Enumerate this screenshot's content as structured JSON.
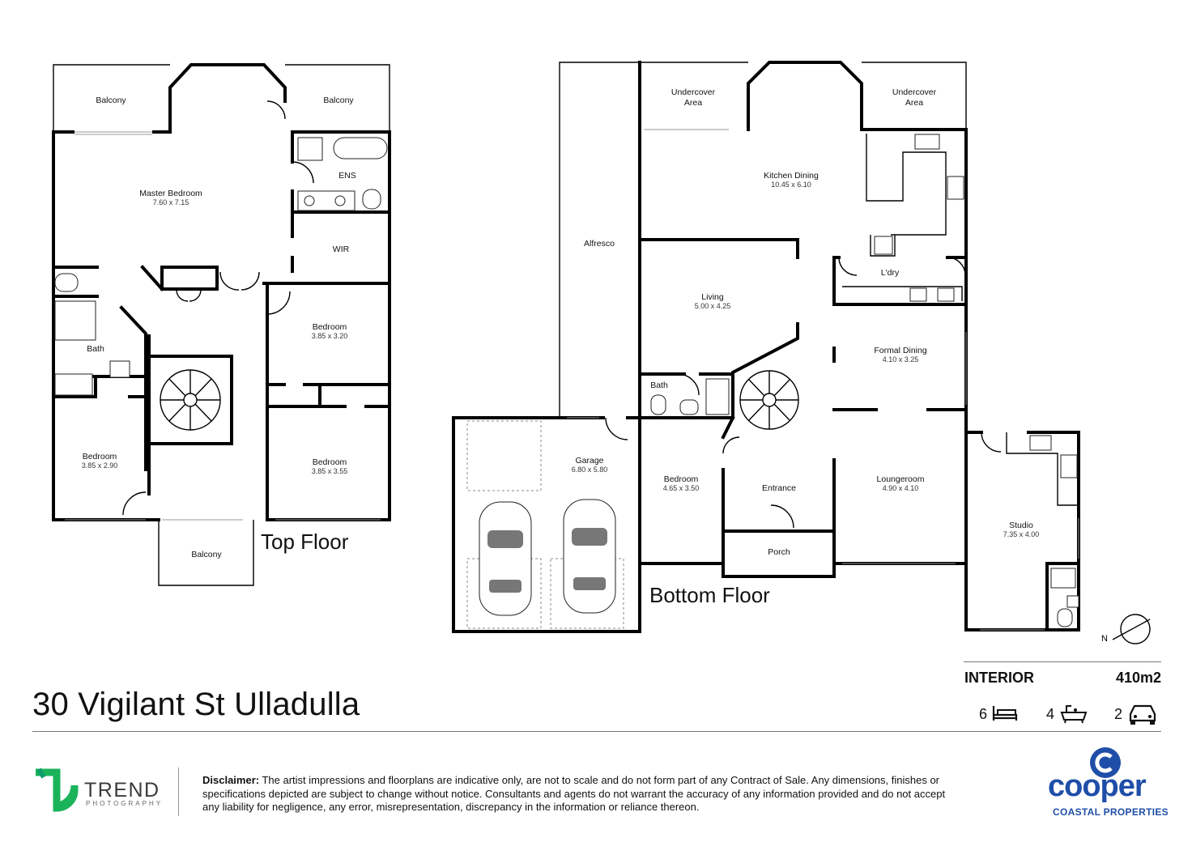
{
  "listing": {
    "address": "30 Vigilant St Ulladulla",
    "interior_label": "INTERIOR",
    "interior_area": "410m2",
    "bedrooms": "6",
    "bathrooms": "4",
    "car_spaces": "2"
  },
  "floors": {
    "top_label": "Top Floor",
    "bottom_label": "Bottom Floor"
  },
  "top_floor_rooms": {
    "balcony_left": "Balcony",
    "balcony_right": "Balcony",
    "master_name": "Master Bedroom",
    "master_dim": "7.60 x 7.15",
    "ens": "ENS",
    "wir": "WIR",
    "bath": "Bath",
    "bed2_name": "Bedroom",
    "bed2_dim": "3.85 x 3.20",
    "bed3_name": "Bedroom",
    "bed3_dim": "3.85 x 2.90",
    "bed4_name": "Bedroom",
    "bed4_dim": "3.85 x 3.55",
    "balcony_bottom": "Balcony"
  },
  "bottom_floor_rooms": {
    "undercover1": "Undercover",
    "undercover1b": "Area",
    "undercover2": "Undercover",
    "undercover2b": "Area",
    "kitchen_name": "Kitchen Dining",
    "kitchen_dim": "10.45 x 6.10",
    "alfresco": "Alfresco",
    "living_name": "Living",
    "living_dim": "5.00 x 4.25",
    "laundry": "L'dry",
    "formal_name": "Formal Dining",
    "formal_dim": "4.10 x 3.25",
    "bath": "Bath",
    "garage_name": "Garage",
    "garage_dim": "6.80 x 5.80",
    "bed_name": "Bedroom",
    "bed_dim": "4.65 x 3.50",
    "entrance": "Entrance",
    "lounge_name": "Loungeroom",
    "lounge_dim": "4.90 x 4.10",
    "porch": "Porch",
    "studio_name": "Studio",
    "studio_dim": "7.35 x 4.00"
  },
  "branding": {
    "trend_word": "TREND",
    "trend_sub": "PHOTOGRAPHY",
    "cooper_word": "cooper",
    "cooper_sub": "COASTAL PROPERTIES",
    "trend_color": "#1bb35a",
    "cooper_color": "#1f4ea8"
  },
  "disclaimer": {
    "label": "Disclaimer:",
    "text": "The artist impressions and floorplans are indicative only, are not to scale and do not form part of any Contract of Sale. Any dimensions, finishes or specifications depicted are subject to change without notice. Consultants and agents do not warrant the accuracy of any information provided and do not accept any liability for negligence, any error, misrepresentation, discrepancy in the information or reliance thereon."
  },
  "icons": {
    "bed": "bed-icon",
    "bath": "bath-icon",
    "car": "car-icon",
    "compass": "north-compass-icon"
  }
}
